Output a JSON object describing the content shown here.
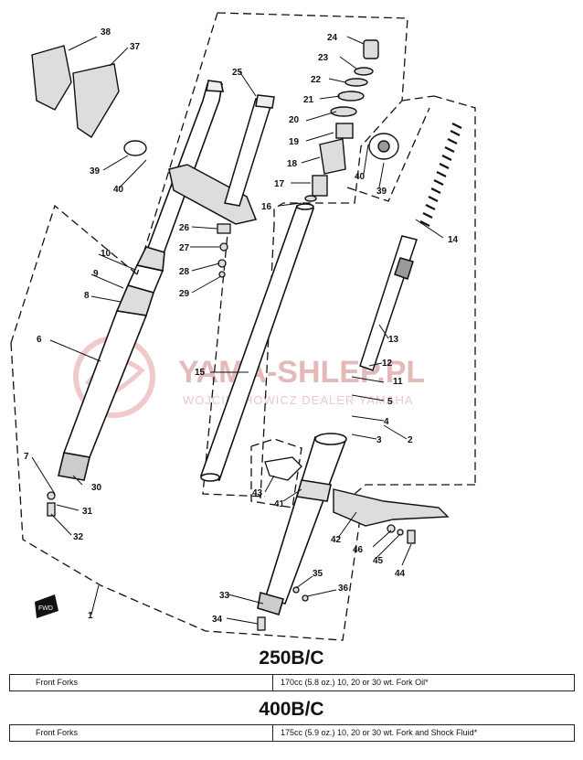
{
  "watermark": {
    "title": "YAMA-SHLEP.PL",
    "subtitle": "WOJCIECHOWICZ DEALER YAMAHA"
  },
  "parts": [
    "1",
    "2",
    "3",
    "4",
    "5",
    "6",
    "7",
    "8",
    "9",
    "10",
    "11",
    "12",
    "13",
    "14",
    "15",
    "16",
    "17",
    "18",
    "19",
    "20",
    "21",
    "22",
    "23",
    "24",
    "25",
    "26",
    "27",
    "28",
    "29",
    "30",
    "31",
    "32",
    "33",
    "34",
    "35",
    "36",
    "37",
    "38",
    "39",
    "40",
    "41",
    "42",
    "43",
    "44",
    "45",
    "46"
  ],
  "fwd_label": "FWD",
  "tables": [
    {
      "model": "250B/C",
      "item": "Front Forks",
      "spec": "170cc (5.8 oz.) 10, 20 or 30 wt. Fork Oil*"
    },
    {
      "model": "400B/C",
      "item": "Front Forks",
      "spec": "175cc (5.9 oz.) 10, 20 or 30 wt. Fork and Shock Fluid*"
    }
  ]
}
